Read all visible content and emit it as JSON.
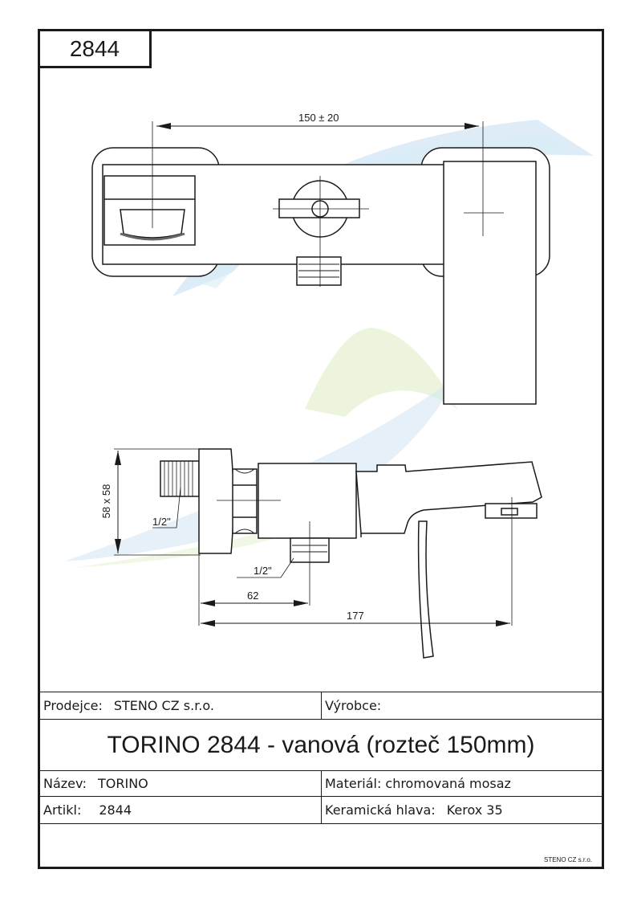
{
  "drawing": {
    "code": "2844",
    "dimensions": {
      "spacing": "150 ± 20",
      "width_total": "177",
      "width_inlet": "62",
      "flange": "58 x 58",
      "thread_top": "1/2\"",
      "thread_bottom": "1/2\""
    }
  },
  "title_block": {
    "seller_label": "Prodejce:",
    "seller_value": "STENO CZ s.r.o.",
    "manufacturer_label": "Výrobce:",
    "manufacturer_value": "",
    "product_title": "TORINO 2844 - vanová (rozteč 150mm)",
    "name_label": "Název:",
    "name_value": "TORINO",
    "material_label": "Materiál:",
    "material_value": "chromovaná mosaz",
    "article_label": "Artikl:",
    "article_value": "2844",
    "cartridge_label": "Keramická hlava:",
    "cartridge_value": "Kerox 35",
    "footer": "STENO CZ s.r.o."
  },
  "colors": {
    "line": "#1a1a1a",
    "watermark_blue": "#cfe4f2",
    "watermark_green": "#e6f0cf"
  }
}
